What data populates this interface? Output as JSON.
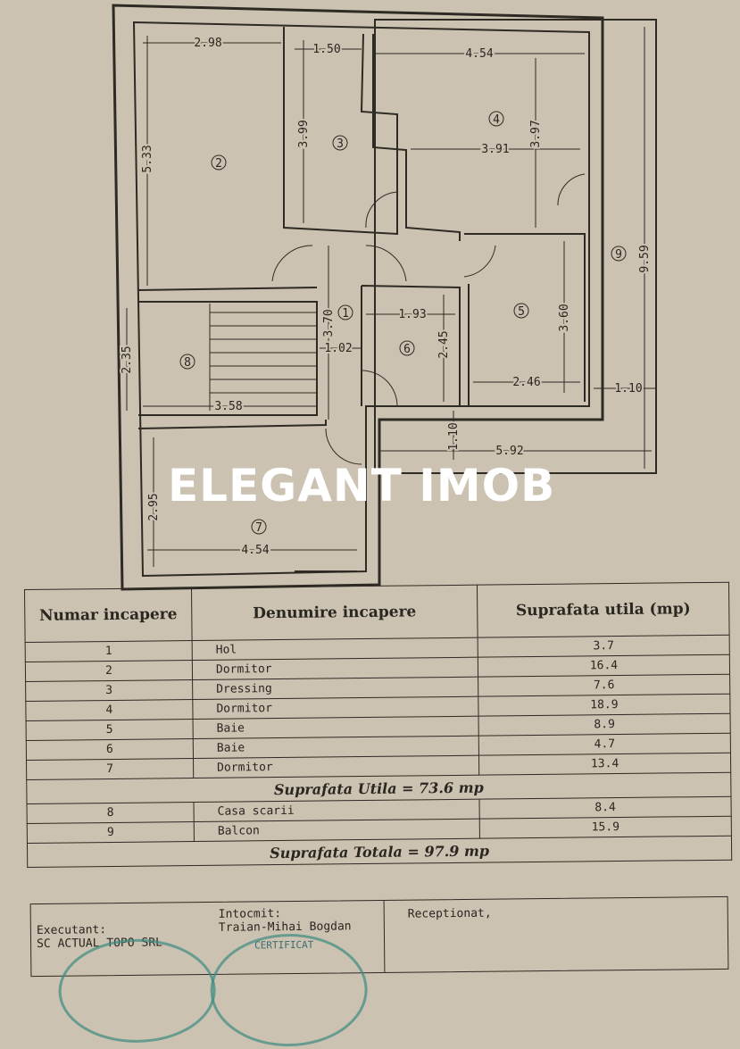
{
  "plan": {
    "rooms": [
      "1",
      "2",
      "3",
      "4",
      "5",
      "6",
      "7",
      "8",
      "9"
    ],
    "dimensions": [
      "2.98",
      "1.50",
      "4.54",
      "5.33",
      "3.99",
      "3.97",
      "3.91",
      "9.59",
      "3.70",
      "1.02",
      "1.93",
      "2.45",
      "3.60",
      "2.46",
      "1.10",
      "2.35",
      "3.58",
      "1.10",
      "5.92",
      "2.95",
      "4.54"
    ]
  },
  "watermark": "ELEGANT IMOB",
  "table": {
    "headers": {
      "number": "Numar incapere",
      "name": "Denumire incapere",
      "area": "Suprafata utila (mp)"
    },
    "rows": [
      {
        "n": "1",
        "name": "Hol",
        "area": "3.7"
      },
      {
        "n": "2",
        "name": "Dormitor",
        "area": "16.4"
      },
      {
        "n": "3",
        "name": "Dressing",
        "area": "7.6"
      },
      {
        "n": "4",
        "name": "Dormitor",
        "area": "18.9"
      },
      {
        "n": "5",
        "name": "Baie",
        "area": "8.9"
      },
      {
        "n": "6",
        "name": "Baie",
        "area": "4.7"
      },
      {
        "n": "7",
        "name": "Dormitor",
        "area": "13.4"
      }
    ],
    "subtotal": "Suprafata Utila = 73.6 mp",
    "extra_rows": [
      {
        "n": "8",
        "name": "Casa scarii",
        "area": "8.4"
      },
      {
        "n": "9",
        "name": "Balcon",
        "area": "15.9"
      }
    ],
    "total": "Suprafata Totala = 97.9 mp"
  },
  "footer": {
    "executant_label": "Executant:",
    "executant": "SC ACTUAL TOPO SRL",
    "intocmit_label": "Intocmit:",
    "intocmit": "Traian-Mihai Bogdan",
    "stamp_text": "CERTIFICAT",
    "receptionat_label": "Receptionat,"
  }
}
